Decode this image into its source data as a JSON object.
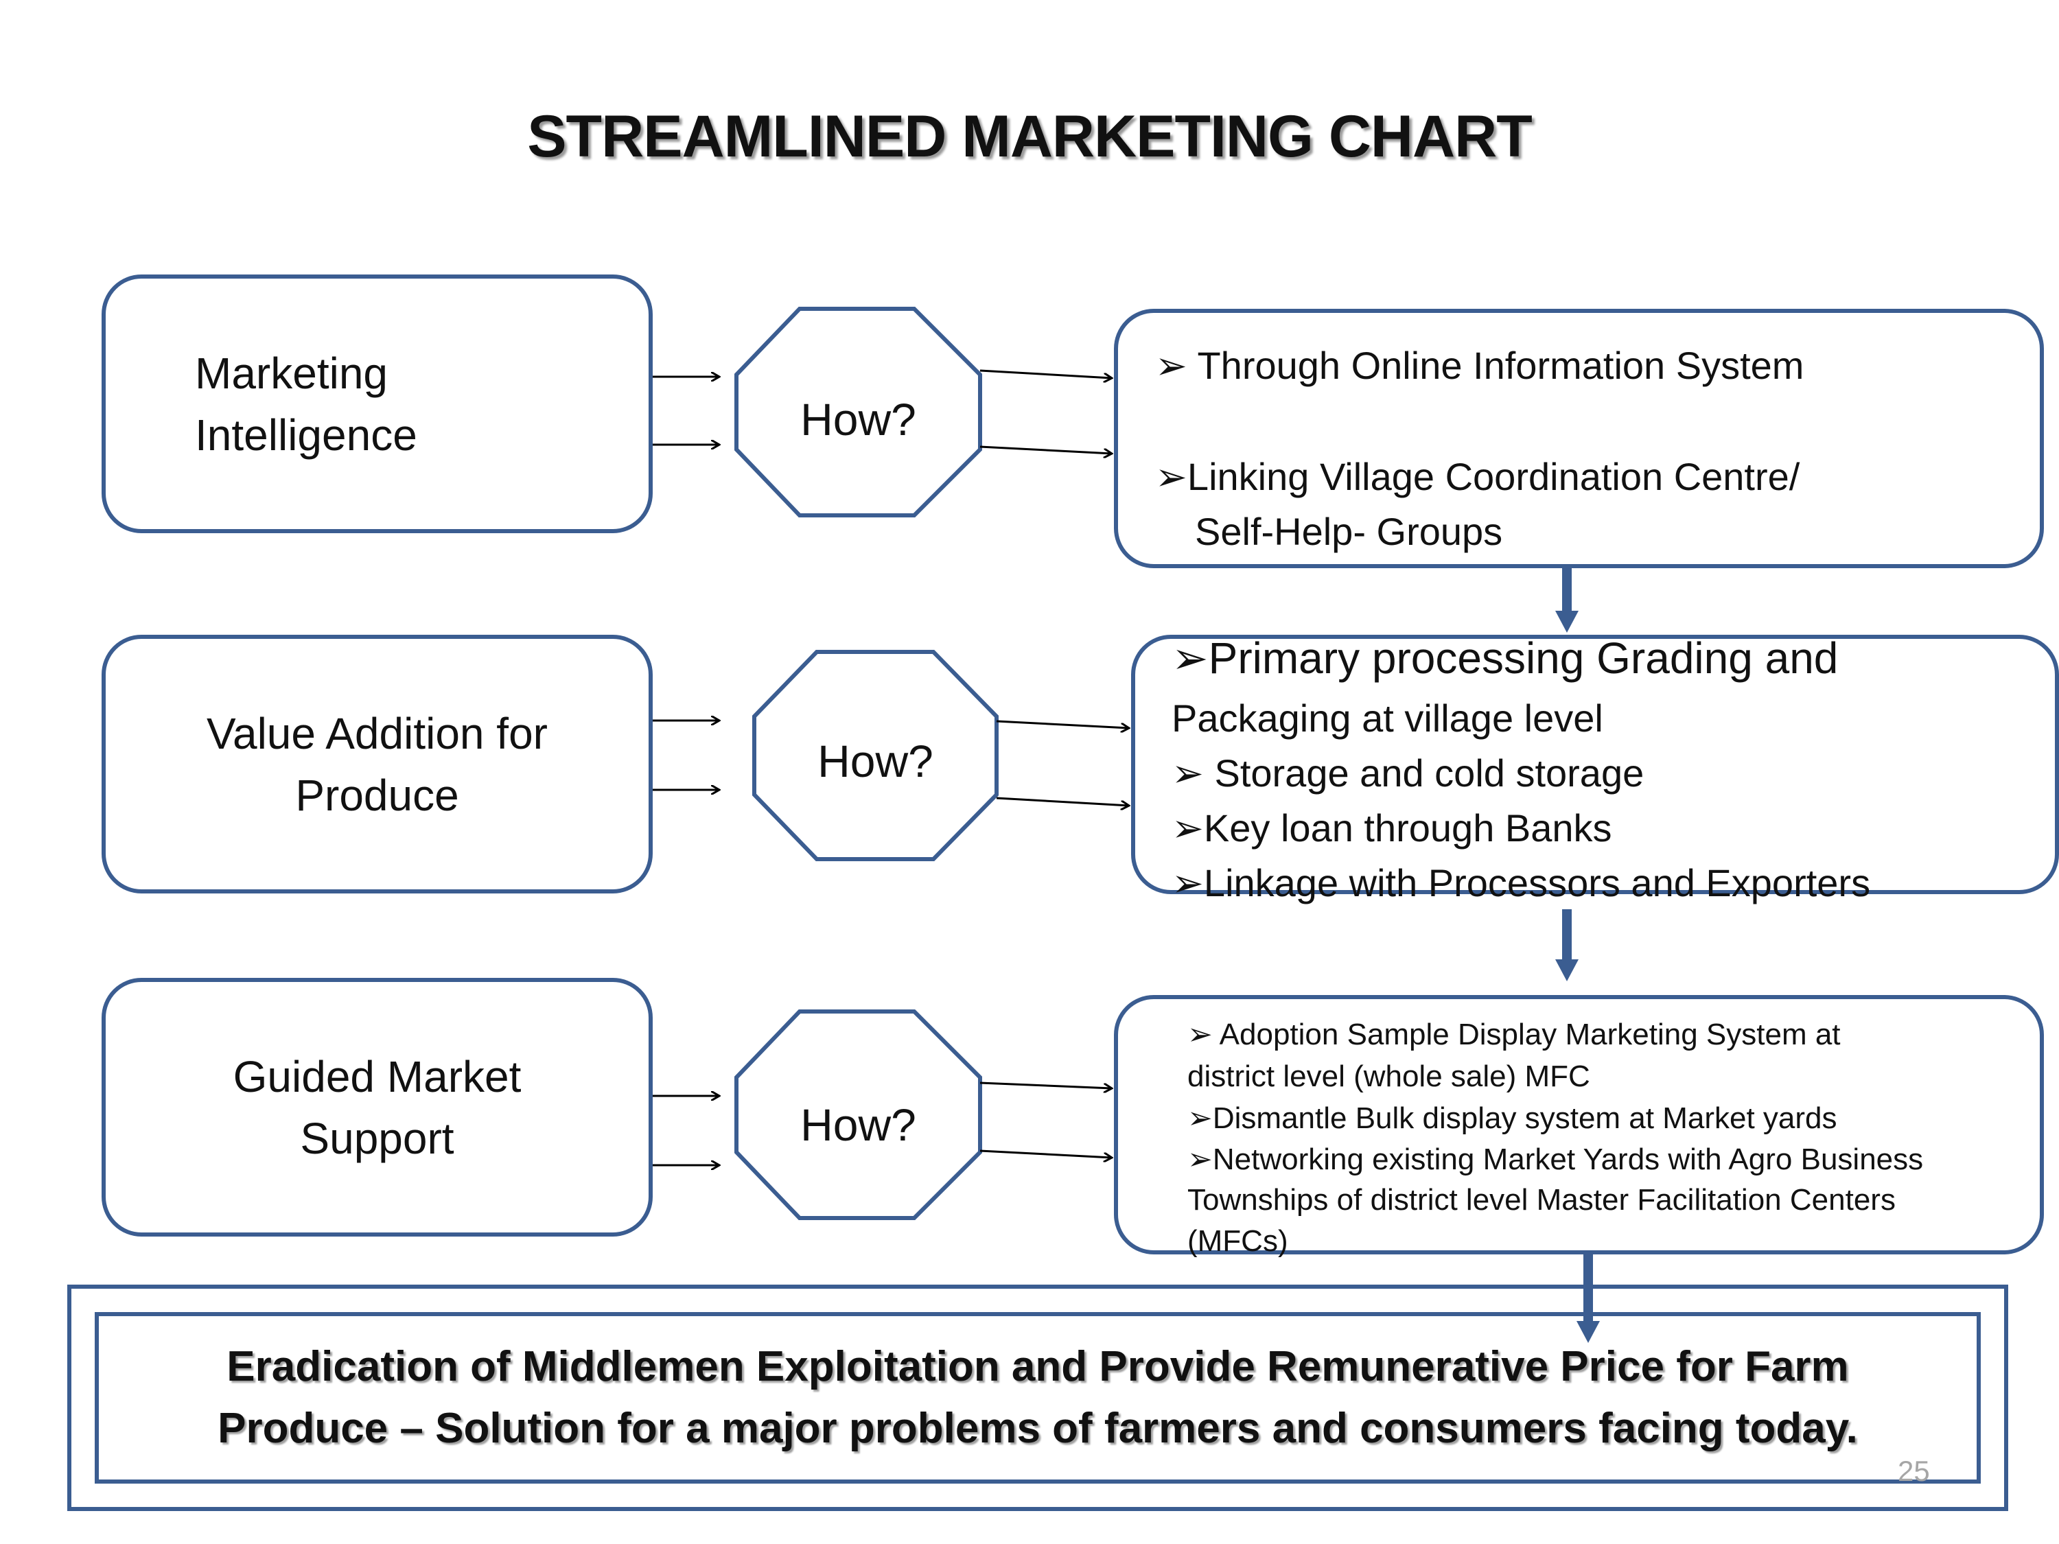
{
  "title": "STREAMLINED  MARKETING CHART",
  "rows": [
    {
      "category_lines": [
        "Marketing",
        "Intelligence"
      ],
      "connector": "How?",
      "detail_lines": [
        "➢ Through Online Information  System",
        "➢Linking Village Coordination Centre/",
        "Self-Help- Groups"
      ]
    },
    {
      "category_lines": [
        "Value Addition for",
        "Produce"
      ],
      "connector": "How?",
      "detail_lines": [
        "➢Primary  processing Grading and",
        "Packaging  at village level",
        "➢ Storage and cold storage",
        "➢Key loan through Banks",
        "➢Linkage with Processors and Exporters"
      ]
    },
    {
      "category_lines": [
        "Guided Market",
        "Support"
      ],
      "connector": "How?",
      "detail_lines": [
        "➢ Adoption Sample Display Marketing System  at",
        "district level (whole sale) MFC",
        "➢Dismantle Bulk display system at Market yards",
        "➢Networking existing Market Yards with Agro Business",
        "Townships of district level Master Facilitation Centers",
        "(MFCs)"
      ]
    }
  ],
  "conclusion_lines": [
    "Eradication of Middlemen Exploitation and Provide Remunerative Price for Farm",
    "Produce – Solution for a major problems of farmers and consumers facing today."
  ],
  "page_number": "25",
  "colors": {
    "border": "#3b5d91",
    "text": "#111111",
    "page_number": "#a6a6a6"
  }
}
